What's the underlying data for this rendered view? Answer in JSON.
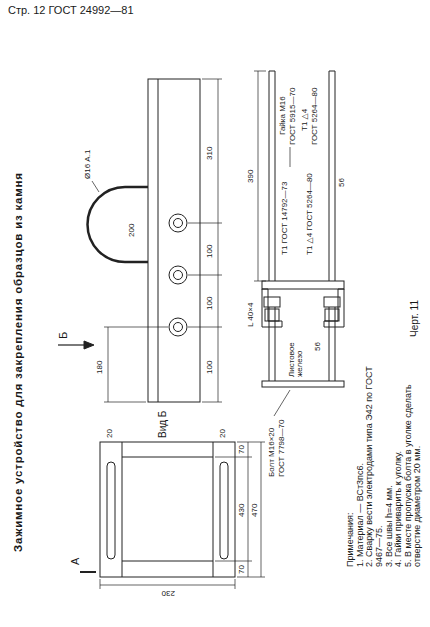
{
  "diagram": {
    "title": "Зажимное устройство для закрепления образцов из камня",
    "caption": "Черт. 11",
    "labels": [
      "Стр. 12 ГОСТ 24992—81",
      "Б",
      "А",
      "Ø16 А.1",
      "200",
      "180",
      "100",
      "100",
      "100",
      "310",
      "Вид Б",
      "70",
      "430",
      "70",
      "470",
      "230",
      "20",
      "20",
      "390",
      "Гайка М16",
      "ГОСТ 5915—70",
      "Т1 △4",
      "ГОСТ 5264—80",
      "Т1 ГОСТ 14792—73",
      "Т1 △4 ГОСТ 5264—80",
      "56",
      "Листовое железо",
      "56",
      "L 40×4",
      "Болт М16×20",
      "ГОСТ 7798—70",
      "Примечания:",
      "1. Материал — ВСт3пс6.",
      "2. Сварку вести электродами типа Э42 по ГОСТ 9467—75.",
      "3. Все швы h=4 мм.",
      "4. Гайки приварить к уголку.",
      "5. В месте пропуска болта в уголке сделать отверстие диаметром 20 мм."
    ]
  }
}
